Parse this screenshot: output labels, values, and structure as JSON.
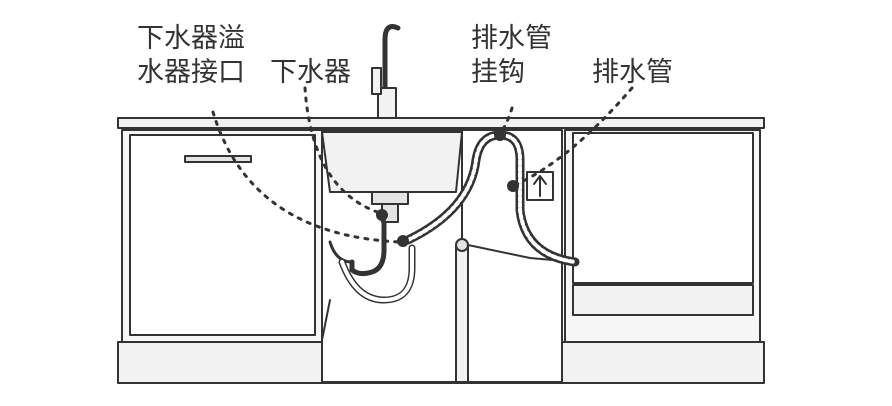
{
  "labels": {
    "overflow_connector": {
      "line1": "下水器溢",
      "line2": "水器接口"
    },
    "drain": "下水器",
    "hose_hook": {
      "line1": "排水管",
      "line2": "挂钩"
    },
    "drain_hose": "排水管"
  },
  "colors": {
    "line": "#333333",
    "fill_light": "#f2f2f2",
    "fill_mid": "#e4e4e4",
    "background": "#ffffff"
  }
}
